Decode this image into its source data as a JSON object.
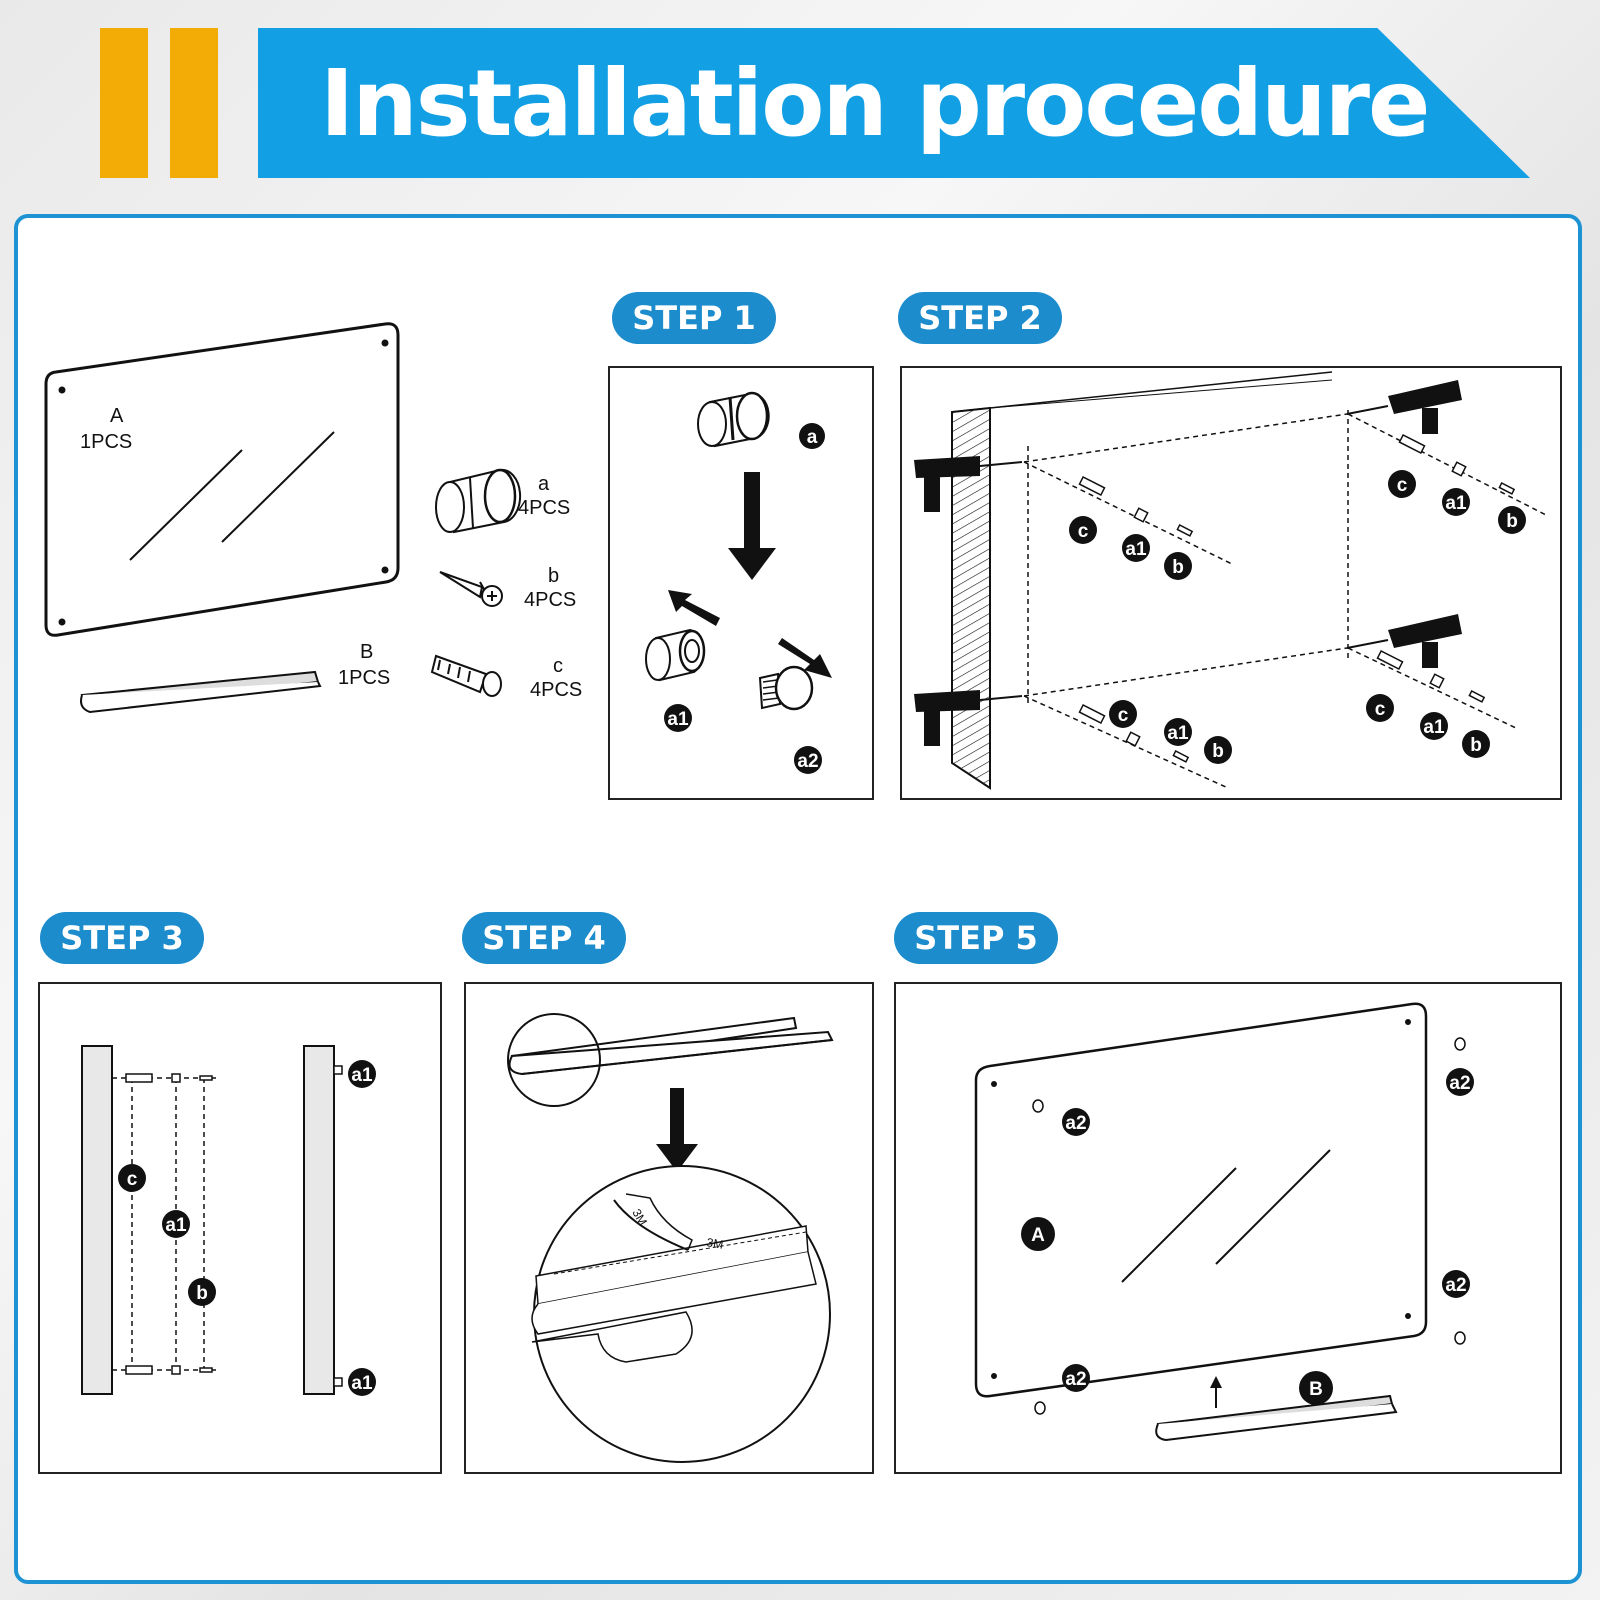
{
  "header": {
    "title": "Installation procedure"
  },
  "parts": {
    "A": {
      "letter": "A",
      "qty": "1PCS"
    },
    "B": {
      "letter": "B",
      "qty": "1PCS"
    },
    "a": {
      "letter": "a",
      "qty": "4PCS"
    },
    "b": {
      "letter": "b",
      "qty": "4PCS"
    },
    "c": {
      "letter": "c",
      "qty": "4PCS"
    }
  },
  "steps": [
    {
      "label": "STEP 1"
    },
    {
      "label": "STEP 2"
    },
    {
      "label": "STEP 3"
    },
    {
      "label": "STEP 4"
    },
    {
      "label": "STEP 5"
    }
  ],
  "callouts": {
    "a": "a",
    "a1": "a1",
    "a2": "a2",
    "b": "b",
    "c": "c",
    "A": "A",
    "B": "B"
  },
  "tape_label": "3M",
  "colors": {
    "banner": "#129fe4",
    "accent_bars": "#f2ac05",
    "badge": "#1c8ccc",
    "frame_border": "#1e93d4"
  }
}
